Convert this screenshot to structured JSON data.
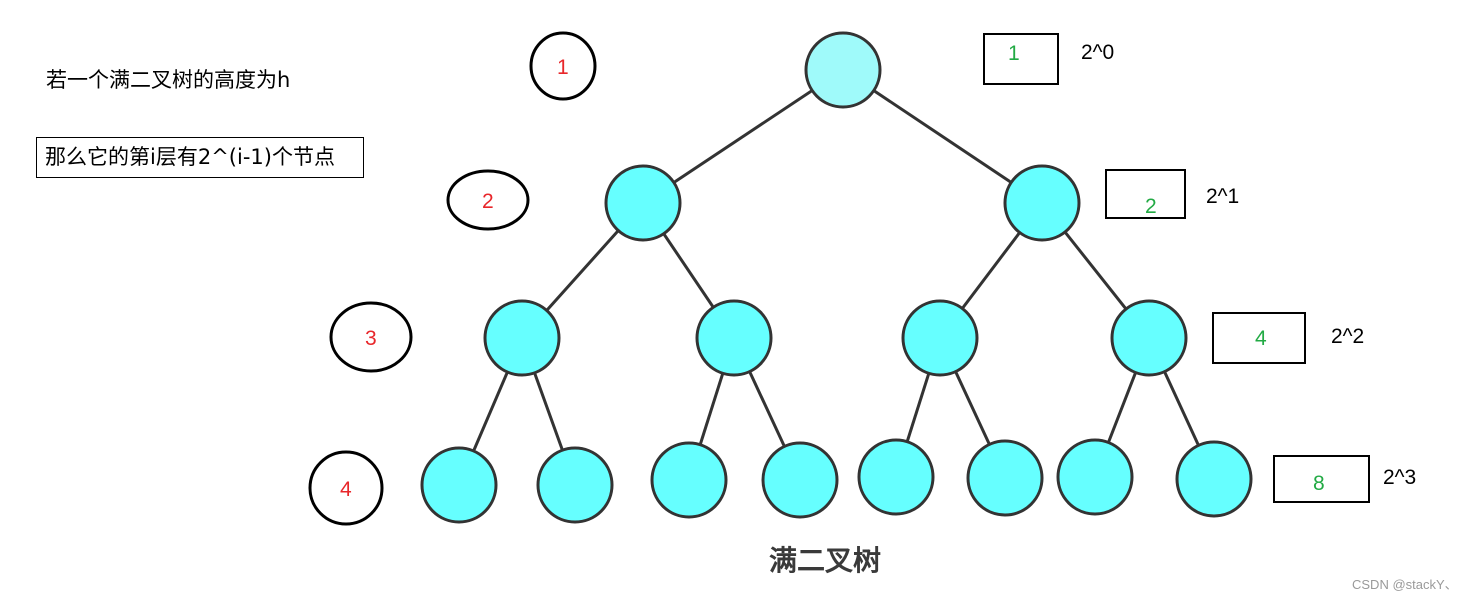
{
  "notes": {
    "line1": "若一个满二叉树的高度为h",
    "line2": "那么它的第i层有2^(i-1)个节点"
  },
  "tree": {
    "title": "满二叉树",
    "node_fill": "#66ffff",
    "edge_color": "#333333",
    "level_count": 4
  },
  "levels": [
    {
      "level": "1",
      "node_count": "1",
      "power": "2^0"
    },
    {
      "level": "2",
      "node_count": "2",
      "power": "2^1"
    },
    {
      "level": "3",
      "node_count": "4",
      "power": "2^2"
    },
    {
      "level": "4",
      "node_count": "8",
      "power": "2^3"
    }
  ],
  "colors": {
    "level_label": "#e8262a",
    "count_label": "#22aa44",
    "text": "#000000"
  },
  "watermark": "CSDN @stackY、"
}
